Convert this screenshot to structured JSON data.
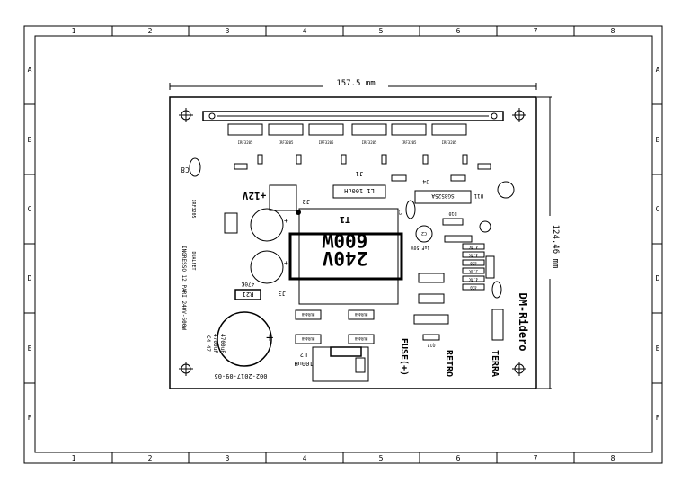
{
  "sheet": {
    "columns": [
      "1",
      "2",
      "3",
      "4",
      "5",
      "6",
      "7",
      "8"
    ],
    "rows": [
      "A",
      "B",
      "C",
      "D",
      "E",
      "F"
    ]
  },
  "dimensions": {
    "width": "157.5 mm",
    "height": "124.46 mm"
  },
  "board": {
    "side_text_left": "INGRESSO 12 PARI 240V-600W",
    "date_code": "002-2017-09-05",
    "transformer": "T1",
    "transformer_rating_line1": "240V",
    "transformer_rating_line2": "600W",
    "plus12v": "+12V",
    "connector_j1": "J1",
    "connector_j2": "J2",
    "connector_j3": "J3",
    "connector_j4": "J4",
    "inductor_l1": "L1 100uH",
    "inductor_l2_line1": "L2",
    "inductor_l2_line2": "100uH",
    "cap_c4_line1": "C4 47",
    "cap_c4_line2": "4700uF",
    "cap_c4_line3": "4700uF",
    "cap_c8": "C8",
    "resistor_r21_value": "470K",
    "resistor_r21": "R21",
    "ic_u1": "SG3525A",
    "label_u11": "U11",
    "fuse_label": "FUSE(+)",
    "retro_label": "RETRO",
    "terra_label": "TERRA",
    "designer_label": "DM-Ridero",
    "label_c3": "C3",
    "label_c2": "C2",
    "cap_value_1": "1uF 50V",
    "label_d10": "D10",
    "label_q12": "Q12",
    "dual_label_1": "DUALFET",
    "dual_label_2": "IRF3205",
    "resistor_ratings": [
      "4.7K",
      "4.7K",
      "470",
      "2.2K",
      "4.7K",
      "470"
    ],
    "mosfets": [
      "IRF3205",
      "IRF3205",
      "IRF3205",
      "IRF3205",
      "IRF3205",
      "IRF3205"
    ],
    "diodes": [
      "MUR460",
      "MUR460",
      "MUR460",
      "MUR460"
    ]
  }
}
